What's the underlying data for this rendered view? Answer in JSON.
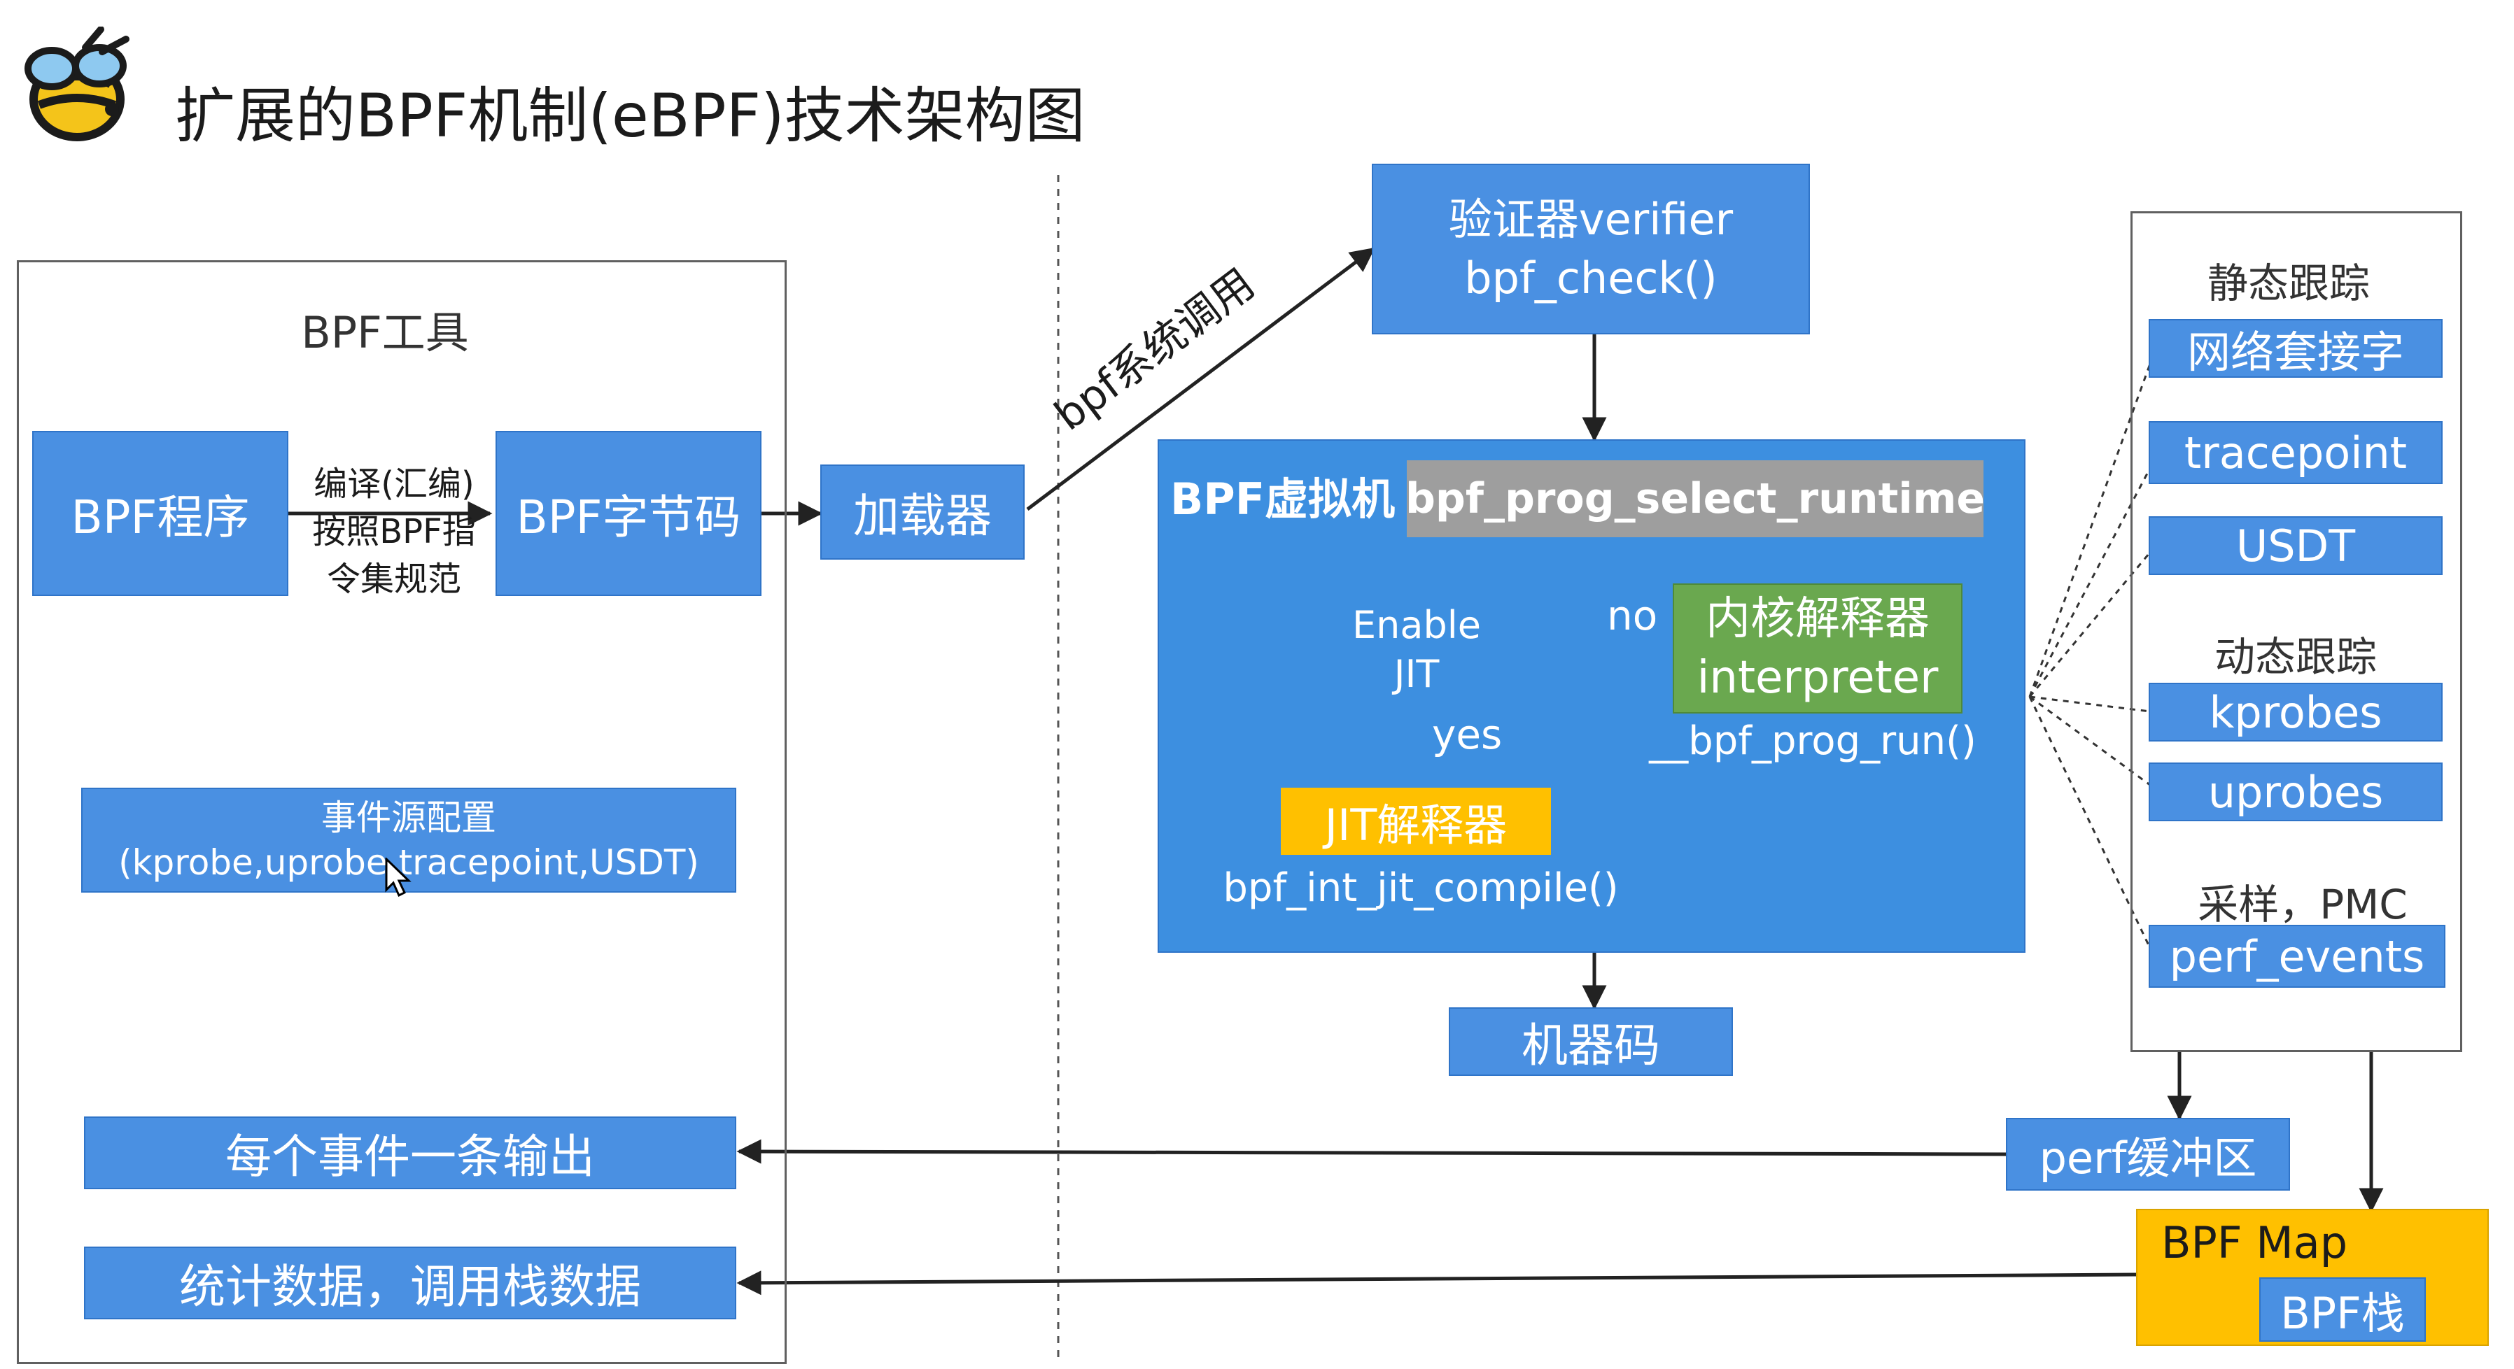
{
  "colors": {
    "box_blue": "#4a90e2",
    "vm_blue": "#3d8fe0",
    "runtime_gray": "#9e9e9e",
    "diamond_gray": "#a0a0a0",
    "interpreter_green": "#6aa84f",
    "jit_yellow": "#ffc000",
    "map_yellow": "#ffc000",
    "text_dark": "#333333",
    "line": "#222222"
  },
  "title": "扩展的BPF机制(eBPF)技术架构图",
  "logo_icon": "bee-icon",
  "left_panel": {
    "title": "BPF工具",
    "bpf_program": "BPF程序",
    "compile_line1": "编译(汇编)",
    "compile_line2": "按照BPF指",
    "compile_line3": "令集规范",
    "bytecode": "BPF字节码",
    "event_config_line1": "事件源配置",
    "event_config_line2": "(kprobe,uprobe,tracepoint,USDT)",
    "per_event_output": "每个事件一条输出",
    "stats_output": "统计数据，调用栈数据"
  },
  "loader": "加载器",
  "syscall_label": "bpf系统调用",
  "verifier": {
    "line1": "验证器verifier",
    "line2": "bpf_check()"
  },
  "vm": {
    "title": "BPF虚拟机",
    "runtime": "bpf_prog_select_runtime",
    "decision_line1": "Enable",
    "decision_line2": "JIT",
    "no_label": "no",
    "yes_label": "yes",
    "interpreter_line1": "内核解释器",
    "interpreter_line2": "interpreter",
    "prog_run": "__bpf_prog_run()",
    "jit": "JIT解释器",
    "jit_compile": "bpf_int_jit_compile()"
  },
  "machine_code": "机器码",
  "right_panel": {
    "static_title": "静态跟踪",
    "socket": "网络套接字",
    "tracepoint": "tracepoint",
    "usdt": "USDT",
    "dynamic_title": "动态跟踪",
    "kprobes": "kprobes",
    "uprobes": "uprobes",
    "sampling_title": "采样，PMC",
    "perf_events": "perf_events"
  },
  "perf_buffer": "perf缓冲区",
  "bpf_map": "BPF Map",
  "bpf_stack": "BPF栈",
  "cursor_icon": "mouse-pointer-icon"
}
